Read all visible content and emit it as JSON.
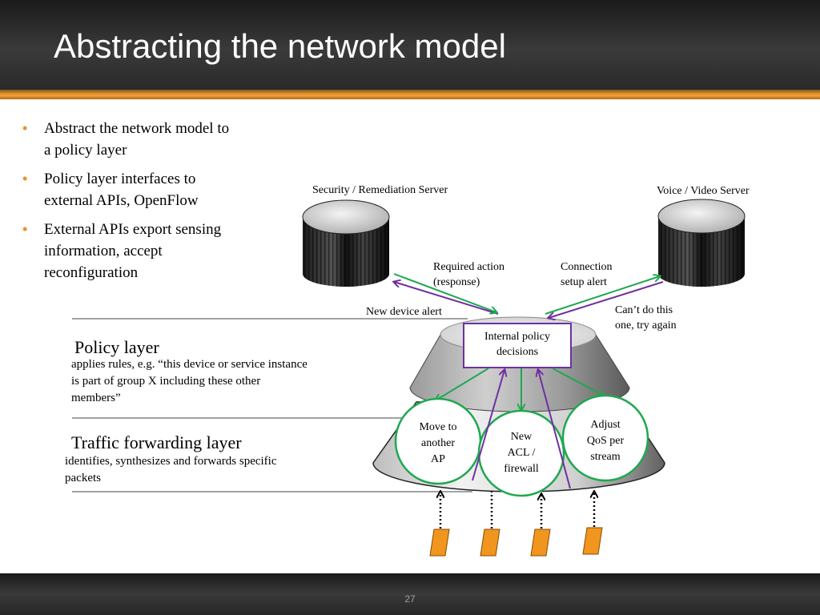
{
  "slide": {
    "title": "Abstracting the network model",
    "page_number": "27"
  },
  "bullets": [
    "Abstract the network model to a policy layer",
    "Policy layer interfaces to external APIs, OpenFlow",
    "External APIs export sensing information, accept reconfiguration"
  ],
  "diagram": {
    "servers": {
      "security": "Security / Remediation Server",
      "voice": "Voice / Video Server"
    },
    "labels": {
      "required_action_1": "Required action",
      "required_action_2": "(response)",
      "connection_1": "Connection",
      "connection_2": "setup alert",
      "new_device": "New device alert",
      "cant_do_1": "Can’t do this",
      "cant_do_2": "one, try again"
    },
    "policy_box": {
      "line1": "Internal policy",
      "line2": "decisions"
    },
    "actions": {
      "move_1": "Move to",
      "move_2": "another",
      "move_3": "AP",
      "acl_1": "New",
      "acl_2": "ACL /",
      "acl_3": "firewall",
      "qos_1": "Adjust",
      "qos_2": "QoS per",
      "qos_3": "stream"
    },
    "layers": {
      "policy": {
        "title": "Policy layer",
        "desc": "applies rules, e.g. “this device or service instance is part of group X including these other members”"
      },
      "traffic": {
        "title": "Traffic forwarding layer",
        "desc": "identifies, synthesizes and forwards specific packets"
      }
    },
    "colors": {
      "accent_orange": "#e8922a",
      "packet_orange": "#f0961e",
      "green_arrow": "#1fa84f",
      "purple_arrow": "#7030a0",
      "circle_border": "#1fa84f"
    }
  }
}
